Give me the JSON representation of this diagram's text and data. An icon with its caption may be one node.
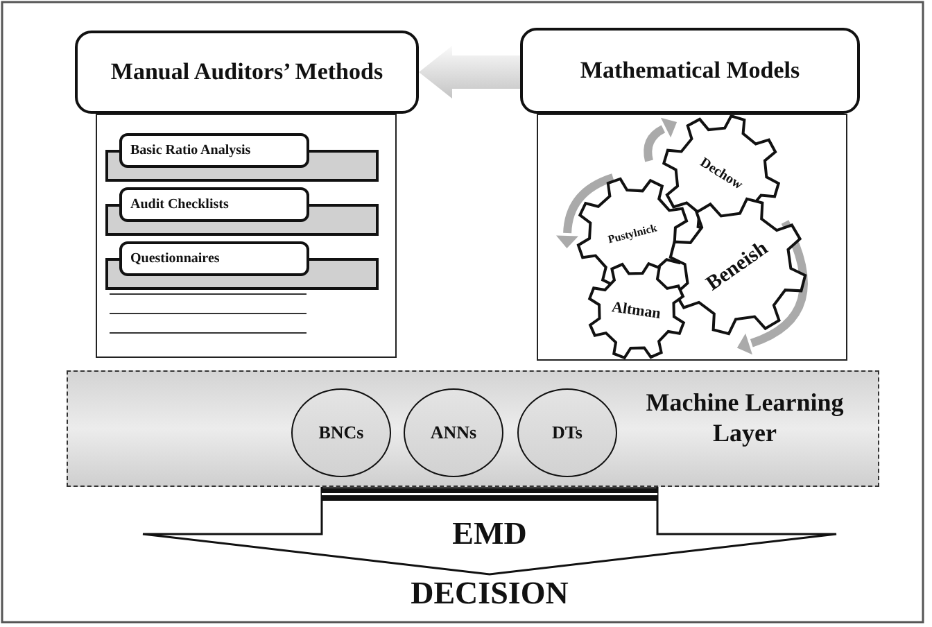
{
  "diagram": {
    "nodes": [
      {
        "text": [
          "Manual Auditors’ Methods"
        ]
      },
      {
        "text": [
          "Basic Ratio Analysis"
        ],
        "in": 0
      },
      {
        "text": [
          "Audit Checklists"
        ],
        "in": 0
      },
      {
        "text": [
          "Questionnaires"
        ],
        "in": 0
      },
      {
        "text": [
          "Mathematical Models"
        ]
      },
      {
        "text": [
          "Dechow"
        ],
        "in": 4
      },
      {
        "text": [
          "Pustylnick"
        ],
        "in": 4
      },
      {
        "text": [
          "Beneish"
        ],
        "in": 4
      },
      {
        "text": [
          "Altman"
        ],
        "in": 4
      },
      {
        "text": [
          "Machine Learning Layer"
        ]
      },
      {
        "text": [
          "BNCs"
        ],
        "in": 9
      },
      {
        "text": [
          "ANNs"
        ],
        "in": 9
      },
      {
        "text": [
          "DTs"
        ],
        "in": 9
      },
      {
        "text": [
          "DECISION"
        ]
      }
    ],
    "edges": [
      {
        "from": 4,
        "to": 0,
        "arrow": "to",
        "style": "thick",
        "color": "#c4c4c4"
      },
      {
        "from": 9,
        "to": 13,
        "arrow": "to",
        "label": "EMD",
        "style": "thick"
      }
    ]
  }
}
